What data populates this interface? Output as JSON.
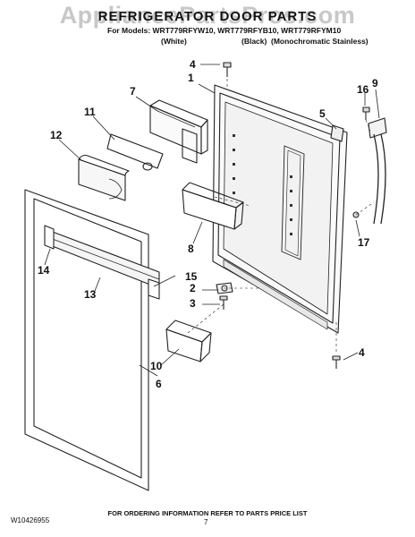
{
  "watermark": "AppliancePartsPros.com",
  "title": "REFRIGERATOR DOOR PARTS",
  "models_line": "For Models: WRT779RFYW10, WRT779RFYB10, WRT779RFYM10",
  "color_white": "(White)",
  "color_black": "(Black)",
  "color_stainless": "(Monochromatic Stainless)",
  "callouts": [
    "1",
    "2",
    "3",
    "4",
    "4",
    "5",
    "6",
    "7",
    "8",
    "9",
    "10",
    "11",
    "12",
    "13",
    "14",
    "15",
    "16",
    "17"
  ],
  "footer_text": "FOR ORDERING INFORMATION REFER TO PARTS PRICE LIST",
  "doc_id": "W10426955",
  "page_number": "7"
}
